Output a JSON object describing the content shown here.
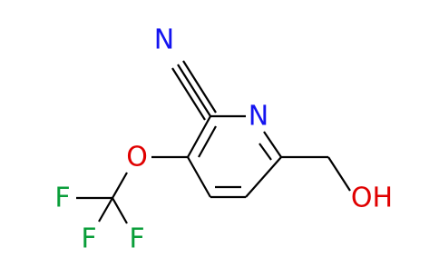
{
  "molecule": {
    "atoms": {
      "nitrile_n": {
        "label": "N",
        "color": "#1414f0"
      },
      "ring_n": {
        "label": "N",
        "color": "#1414f0"
      },
      "ether_o": {
        "label": "O",
        "color": "#e00000"
      },
      "hydroxyl": {
        "label": "OH",
        "color": "#e00000"
      },
      "f_left": {
        "label": "F",
        "color": "#0a9e3a"
      },
      "f_bottom": {
        "label": "F",
        "color": "#0a9e3a"
      },
      "f_right": {
        "label": "F",
        "color": "#0a9e3a"
      }
    },
    "bond_color": "#000000"
  }
}
